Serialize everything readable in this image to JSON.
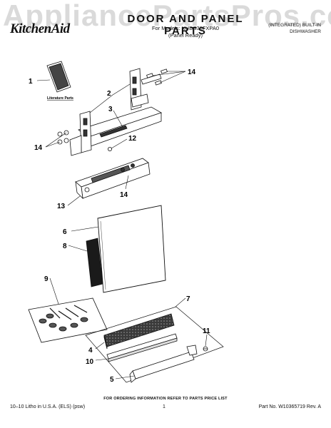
{
  "watermark": "AppliancePartsPros.com",
  "header": {
    "title": "DOOR AND PANEL PARTS",
    "models_line": "For Models: KUDS30FXPA0",
    "variant": "(Panel Ready)",
    "brand": "KitchenAid",
    "product_line1": "(INTEGRATED) BUILT-IN",
    "product_line2": "DISHWASHER"
  },
  "diagram": {
    "literature_label": "Literature Parts",
    "callouts": {
      "c1": "1",
      "c2": "2",
      "c3": "3",
      "c4": "4",
      "c5": "5",
      "c6": "6",
      "c7": "7",
      "c8": "8",
      "c9": "9",
      "c10": "10",
      "c11": "11",
      "c12": "12",
      "c13": "13",
      "c14a": "14",
      "c14b": "14",
      "c14c": "14"
    }
  },
  "footer": {
    "note": "FOR ORDERING INFORMATION REFER TO PARTS PRICE LIST",
    "litho": "10–10 Litho in U.S.A. (ELS) (psw)",
    "page": "1",
    "part_no": "Part No. W10365719 Rev. A"
  }
}
